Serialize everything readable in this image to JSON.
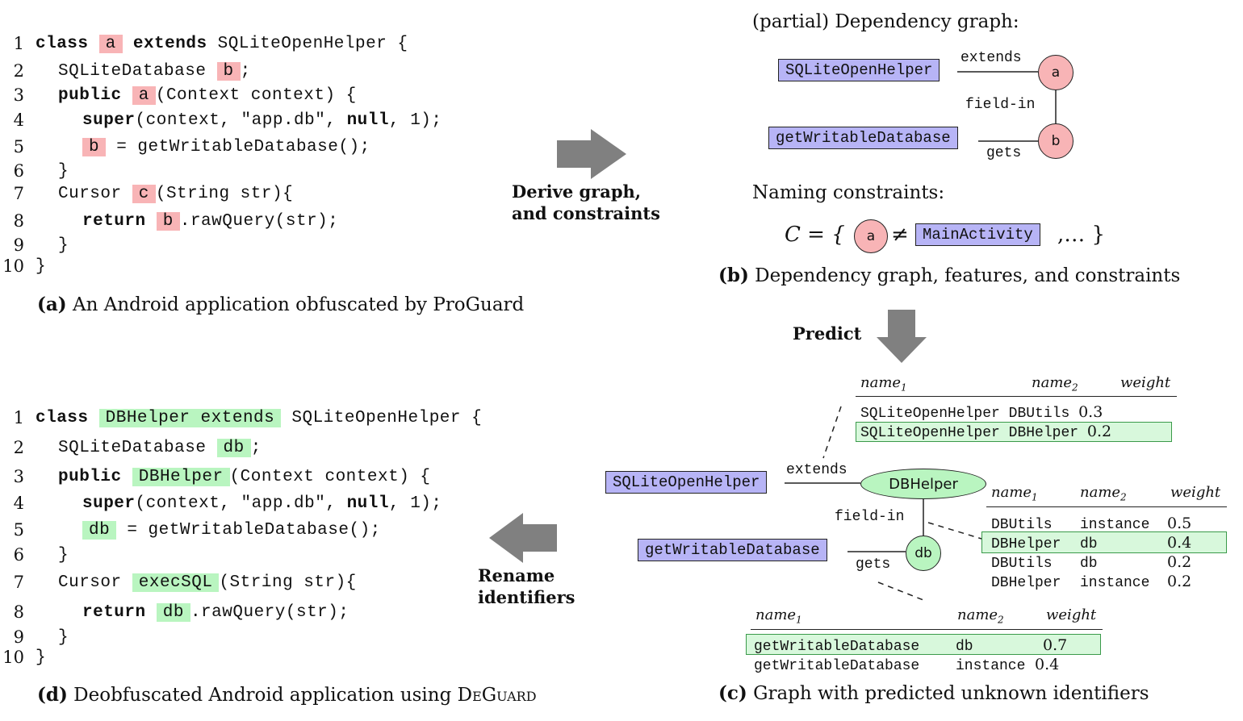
{
  "panel_a": {
    "line_numbers": [
      "1",
      "2",
      "3",
      "4",
      "5",
      "6",
      "7",
      "8",
      "9",
      "10"
    ],
    "line1": {
      "kw": "class",
      "id1": "a",
      "kw2": "extends",
      "rest": "SQLiteOpenHelper {"
    },
    "line2": {
      "pre": "SQLiteDatabase",
      "id": "b",
      "post": ";"
    },
    "line3": {
      "kw": "public",
      "id": "a",
      "post": "(Context context) {"
    },
    "line4": {
      "kw": "super",
      "mid": "(context, \"app.db\",",
      "kw2": "null",
      "post": ", 1);"
    },
    "line5": {
      "id": "b",
      "post": "= getWritableDatabase();"
    },
    "line6": "}",
    "line7": {
      "pre": "Cursor",
      "id": "c",
      "post": "(String str){"
    },
    "line8": {
      "kw": "return",
      "id": "b",
      "post": ".rawQuery(str);"
    },
    "line9": "}",
    "line10": "}",
    "caption_label": "(a)",
    "caption_text": "An Android application obfuscated by ProGuard"
  },
  "arrow_derive": {
    "line1": "Derive graph,",
    "line2": "and constraints"
  },
  "panel_b": {
    "title": "(partial) Dependency graph:",
    "node_sqlite": "SQLiteOpenHelper",
    "node_getwritable": "getWritableDatabase",
    "node_a": "a",
    "node_b": "b",
    "edge_extends": "extends",
    "edge_fieldin": "field-in",
    "edge_gets": "gets",
    "constraints_title": "Naming constraints:",
    "constraint_prefix": "C = {",
    "constraint_node": "a",
    "constraint_neq": "≠",
    "constraint_box": "MainActivity",
    "constraint_suffix": ",… }",
    "caption_label": "(b)",
    "caption_text": "Dependency graph, features, and constraints"
  },
  "arrow_predict": {
    "label": "Predict"
  },
  "panel_c": {
    "top_table": {
      "headers": [
        "name",
        "name",
        "weight"
      ],
      "header_subs": [
        "1",
        "2",
        ""
      ],
      "rows": [
        {
          "n1": "SQLiteOpenHelper",
          "n2": "DBUtils",
          "w": "0.3",
          "hl": false
        },
        {
          "n1": "SQLiteOpenHelper",
          "n2": "DBHelper",
          "w": "0.2",
          "hl": true
        }
      ]
    },
    "right_table": {
      "headers": [
        "name",
        "name",
        "weight"
      ],
      "header_subs": [
        "1",
        "2",
        ""
      ],
      "rows": [
        {
          "n1": "DBUtils",
          "n2": "instance",
          "w": "0.5",
          "hl": false
        },
        {
          "n1": "DBHelper",
          "n2": "db",
          "w": "0.4",
          "hl": true
        },
        {
          "n1": "DBUtils",
          "n2": "db",
          "w": "0.2",
          "hl": false
        },
        {
          "n1": "DBHelper",
          "n2": "instance",
          "w": "0.2",
          "hl": false
        }
      ]
    },
    "bottom_table": {
      "headers": [
        "name",
        "name",
        "weight"
      ],
      "header_subs": [
        "1",
        "2",
        ""
      ],
      "rows": [
        {
          "n1": "getWritableDatabase",
          "n2": "db",
          "w": "0.7",
          "hl": true
        },
        {
          "n1": "getWritableDatabase",
          "n2": "instance",
          "w": "0.4",
          "hl": false
        }
      ]
    },
    "node_sqlite": "SQLiteOpenHelper",
    "node_getwritable": "getWritableDatabase",
    "node_dbhelper": "DBHelper",
    "node_db": "db",
    "edge_extends": "extends",
    "edge_fieldin": "field-in",
    "edge_gets": "gets",
    "caption_label": "(c)",
    "caption_text": "Graph with predicted unknown identifiers"
  },
  "arrow_rename": {
    "line1": "Rename",
    "line2": "identifiers"
  },
  "panel_d": {
    "line_numbers": [
      "1",
      "2",
      "3",
      "4",
      "5",
      "6",
      "7",
      "8",
      "9",
      "10"
    ],
    "line1": {
      "kw": "class",
      "id1": "DBHelper extends",
      "rest": "SQLiteOpenHelper {"
    },
    "line2": {
      "pre": "SQLiteDatabase",
      "id": "db",
      "post": ";"
    },
    "line3": {
      "kw": "public",
      "id": "DBHelper",
      "post": "(Context context) {"
    },
    "line4": {
      "kw": "super",
      "mid": "(context, \"app.db\",",
      "kw2": "null",
      "post": ", 1);"
    },
    "line5": {
      "id": "db",
      "post": "= getWritableDatabase();"
    },
    "line6": "}",
    "line7": {
      "pre": "Cursor",
      "id": "execSQL",
      "post": "(String str){"
    },
    "line8": {
      "kw": "return",
      "id": "db",
      "post": ".rawQuery(str);"
    },
    "line9": "}",
    "line10": "}",
    "caption_label": "(d)",
    "caption_text_pre": "Deobfuscated Android application using",
    "caption_tool": "DeGuard"
  },
  "colors": {
    "obfuscated": "#f8b4b6",
    "deobfuscated": "#b9f5c0",
    "known_node": "#b7b4f6",
    "arrow": "#808080"
  }
}
